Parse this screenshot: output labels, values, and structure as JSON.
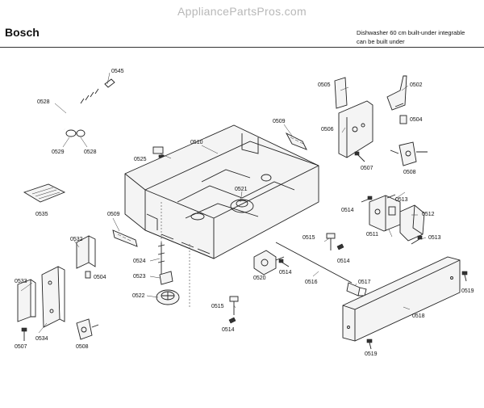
{
  "header": {
    "watermark": "AppliancePartsPros.com",
    "brand": "Bosch",
    "description_line1": "Dishwasher 60 cm built-under integrable",
    "description_line2": "can be built under"
  },
  "callouts": {
    "c0545": "0545",
    "c0528a": "0528",
    "c0529": "0529",
    "c0528b": "0528",
    "c0535": "0535",
    "c0525": "0525",
    "c0510": "0510",
    "c0509a": "0509",
    "c0521": "0521",
    "c0509b": "0509",
    "c0532": "0532",
    "c0504a": "0504",
    "c0533": "0533",
    "c0534": "0534",
    "c0507a": "0507",
    "c0508a": "0508",
    "c0524": "0524",
    "c0523": "0523",
    "c0522": "0522",
    "c0515a": "0515",
    "c0514a": "0514",
    "c0520": "0520",
    "c0514b": "0514",
    "c0516": "0516",
    "c0517": "0517",
    "c0505": "0505",
    "c0502": "0502",
    "c0504b": "0504",
    "c0506": "0506",
    "c0507b": "0507",
    "c0508b": "0508",
    "c0514c": "0514",
    "c0513a": "0513",
    "c0512": "0512",
    "c0511": "0511",
    "c0513b": "0513",
    "c0515b": "0515",
    "c0514d": "0514",
    "c0518": "0518",
    "c0519a": "0519",
    "c0519b": "0519"
  }
}
